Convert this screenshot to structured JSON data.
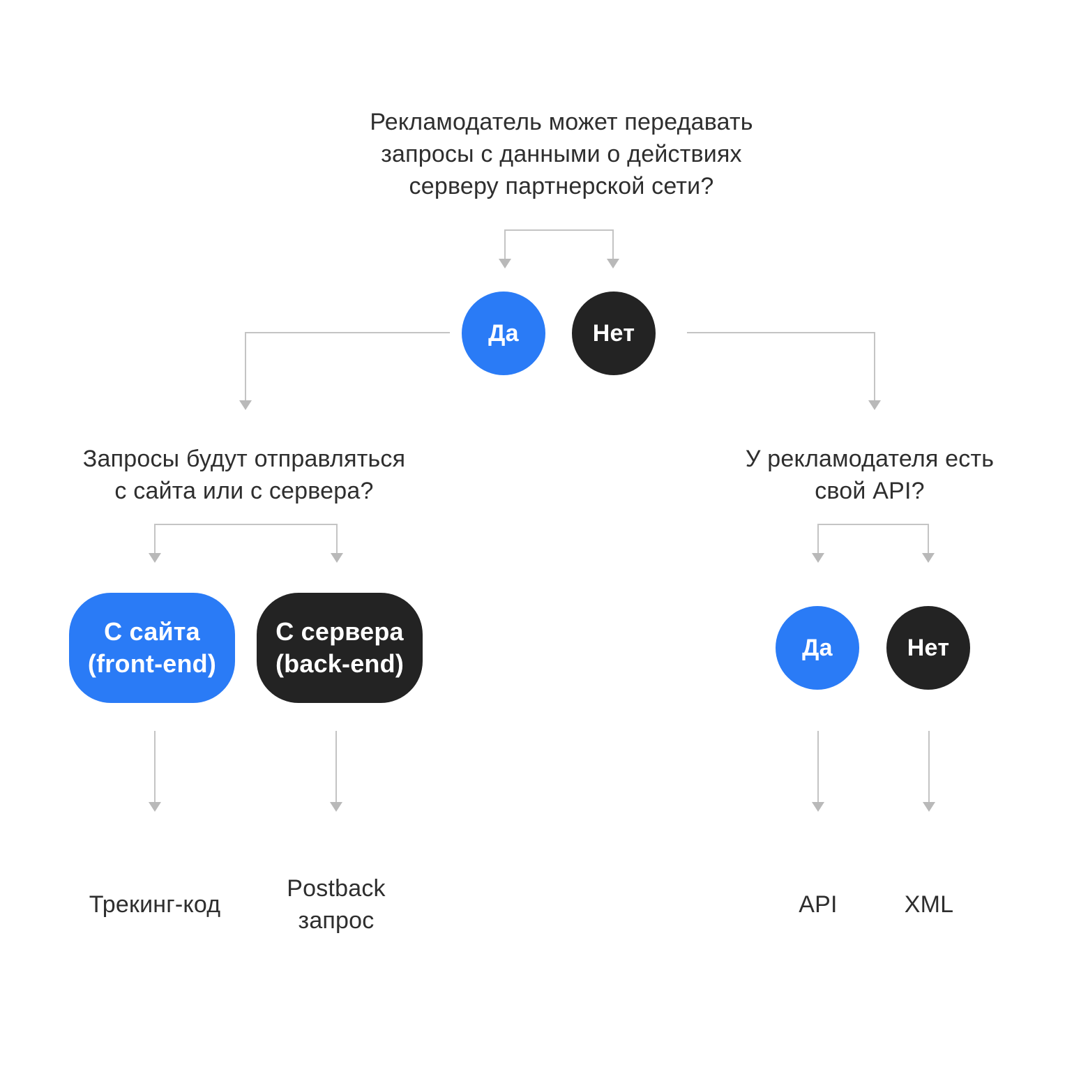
{
  "colors": {
    "accent_blue": "#2A7BF6",
    "dark_node": "#232323",
    "connector_line": "#C4C4C4",
    "arrowhead": "#B9B9B9",
    "text": "#2E2E2E",
    "node_text": "#FFFFFF",
    "background": "#FFFFFF"
  },
  "root": {
    "question": "Рекламодатель может передавать\nзапросы с данными о действиях\nсерверу партнерской сети?",
    "yes_label": "Да",
    "no_label": "Нет"
  },
  "left_branch": {
    "question": "Запросы будут отправляться\nс сайта или с сервера?",
    "option_site": "С сайта\n(front-end)",
    "option_server": "С сервера\n(back-end)",
    "result_site": "Трекинг-код",
    "result_server": "Postback\nзапрос"
  },
  "right_branch": {
    "question": "У рекламодателя есть\nсвой API?",
    "yes_label": "Да",
    "no_label": "Нет",
    "result_yes": "API",
    "result_no": "XML"
  }
}
